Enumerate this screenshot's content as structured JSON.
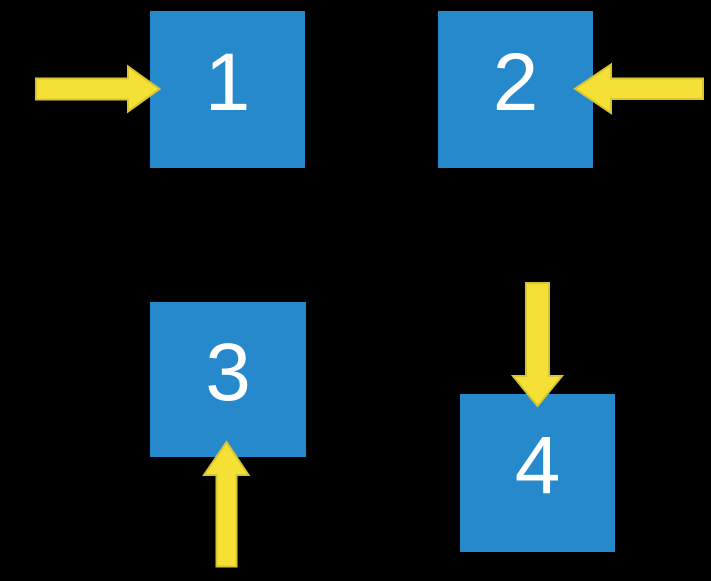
{
  "diagram": {
    "boxes": [
      {
        "label": "1"
      },
      {
        "label": "2"
      },
      {
        "label": "3"
      },
      {
        "label": "4"
      }
    ],
    "arrows": [
      {
        "icon": "right-arrow-icon",
        "points_at_box": "1",
        "direction": "right"
      },
      {
        "icon": "left-arrow-icon",
        "points_at_box": "2",
        "direction": "left"
      },
      {
        "icon": "up-arrow-icon",
        "points_at_box": "3",
        "direction": "up"
      },
      {
        "icon": "down-arrow-icon",
        "points_at_box": "4",
        "direction": "down"
      }
    ],
    "colors": {
      "background": "#000000",
      "box_fill": "#2689CC",
      "box_label": "#FFFFFF",
      "arrow_fill": "#F5E136",
      "arrow_edge": "#D9C52F"
    }
  }
}
